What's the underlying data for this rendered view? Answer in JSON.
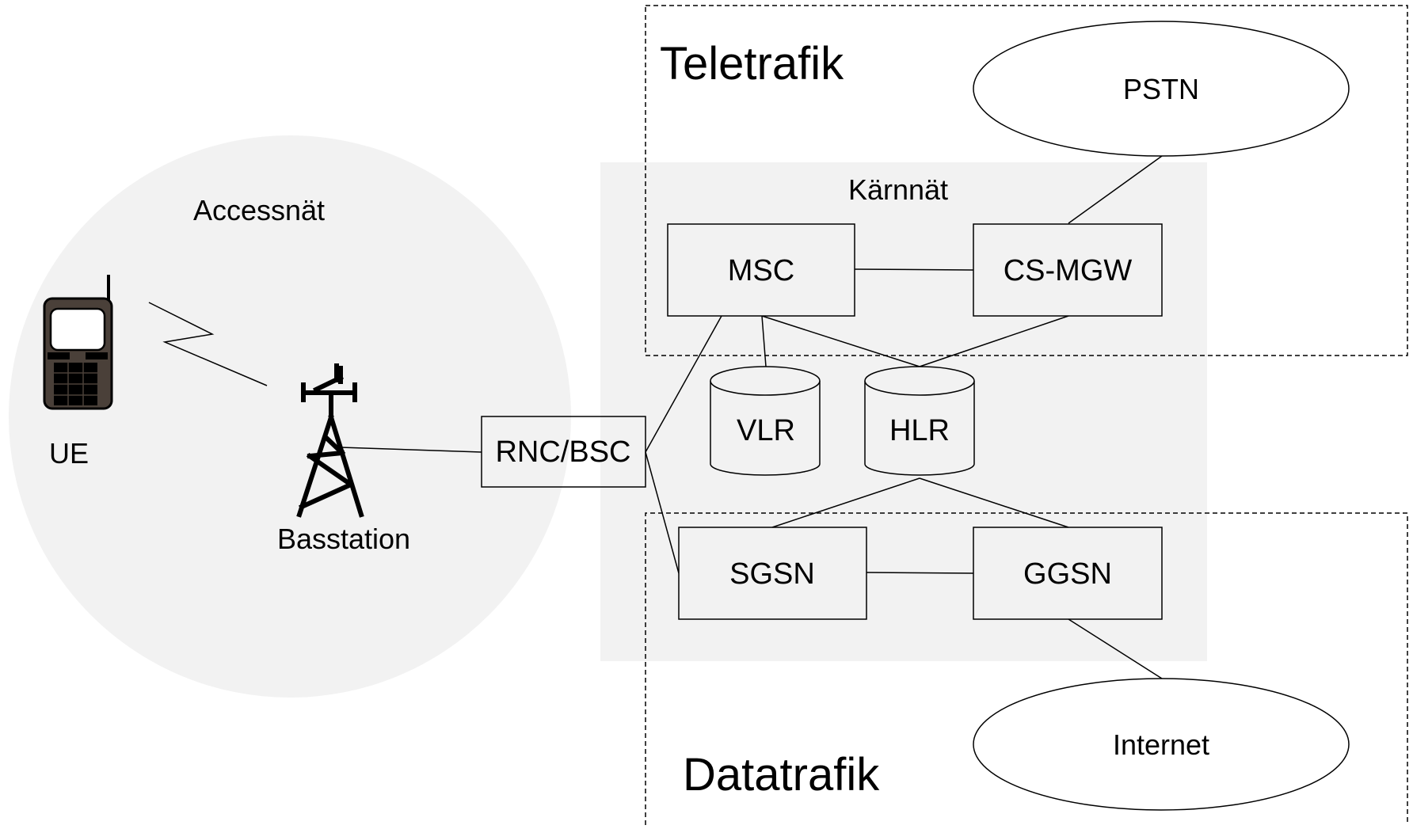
{
  "regions": {
    "access": "Accessnät",
    "core": "Kärnnät",
    "telephony": "Teletrafik",
    "data": "Datatrafik"
  },
  "devices": {
    "ue": "UE",
    "base_station": "Basstation"
  },
  "nodes": {
    "rnc_bsc": "RNC/BSC",
    "msc": "MSC",
    "cs_mgw": "CS-MGW",
    "vlr": "VLR",
    "hlr": "HLR",
    "sgsn": "SGSN",
    "ggsn": "GGSN"
  },
  "networks": {
    "pstn": "PSTN",
    "internet": "Internet"
  },
  "colors": {
    "region_fill": "#f2f2f2",
    "phone_body": "#4a4039",
    "line": "#000000"
  },
  "icons": {
    "ue": "mobile-phone-icon",
    "base_station": "radio-tower-icon",
    "radio_link": "lightning-icon"
  }
}
